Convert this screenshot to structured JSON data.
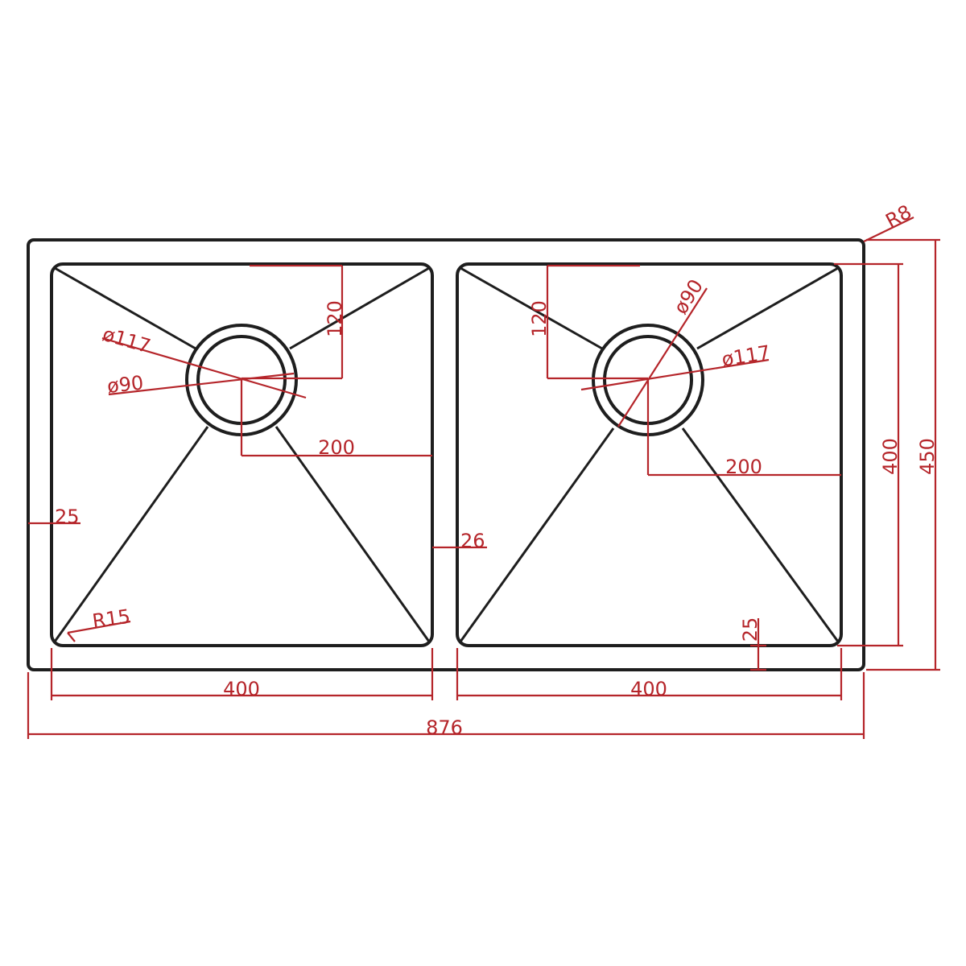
{
  "colors": {
    "outline": "#1e1e1e",
    "dimension": "#b5252a",
    "background": "#ffffff"
  },
  "labels": {
    "corner_radius_outer": "R8",
    "corner_radius_inner": "R15",
    "overall_width": "876",
    "bowl_width_left": "400",
    "bowl_width_right": "400",
    "overall_depth": "450",
    "bowl_depth": "400",
    "edge_left": "25",
    "edge_bottom": "25",
    "divider": "26",
    "left_drain_offset_y": "120",
    "left_drain_offset_x": "200",
    "left_drain_outer_dia": "ø117",
    "left_drain_inner_dia": "ø90",
    "right_drain_offset_y": "120",
    "right_drain_offset_x": "200",
    "right_drain_outer_dia": "ø117",
    "right_drain_inner_dia": "ø90"
  }
}
